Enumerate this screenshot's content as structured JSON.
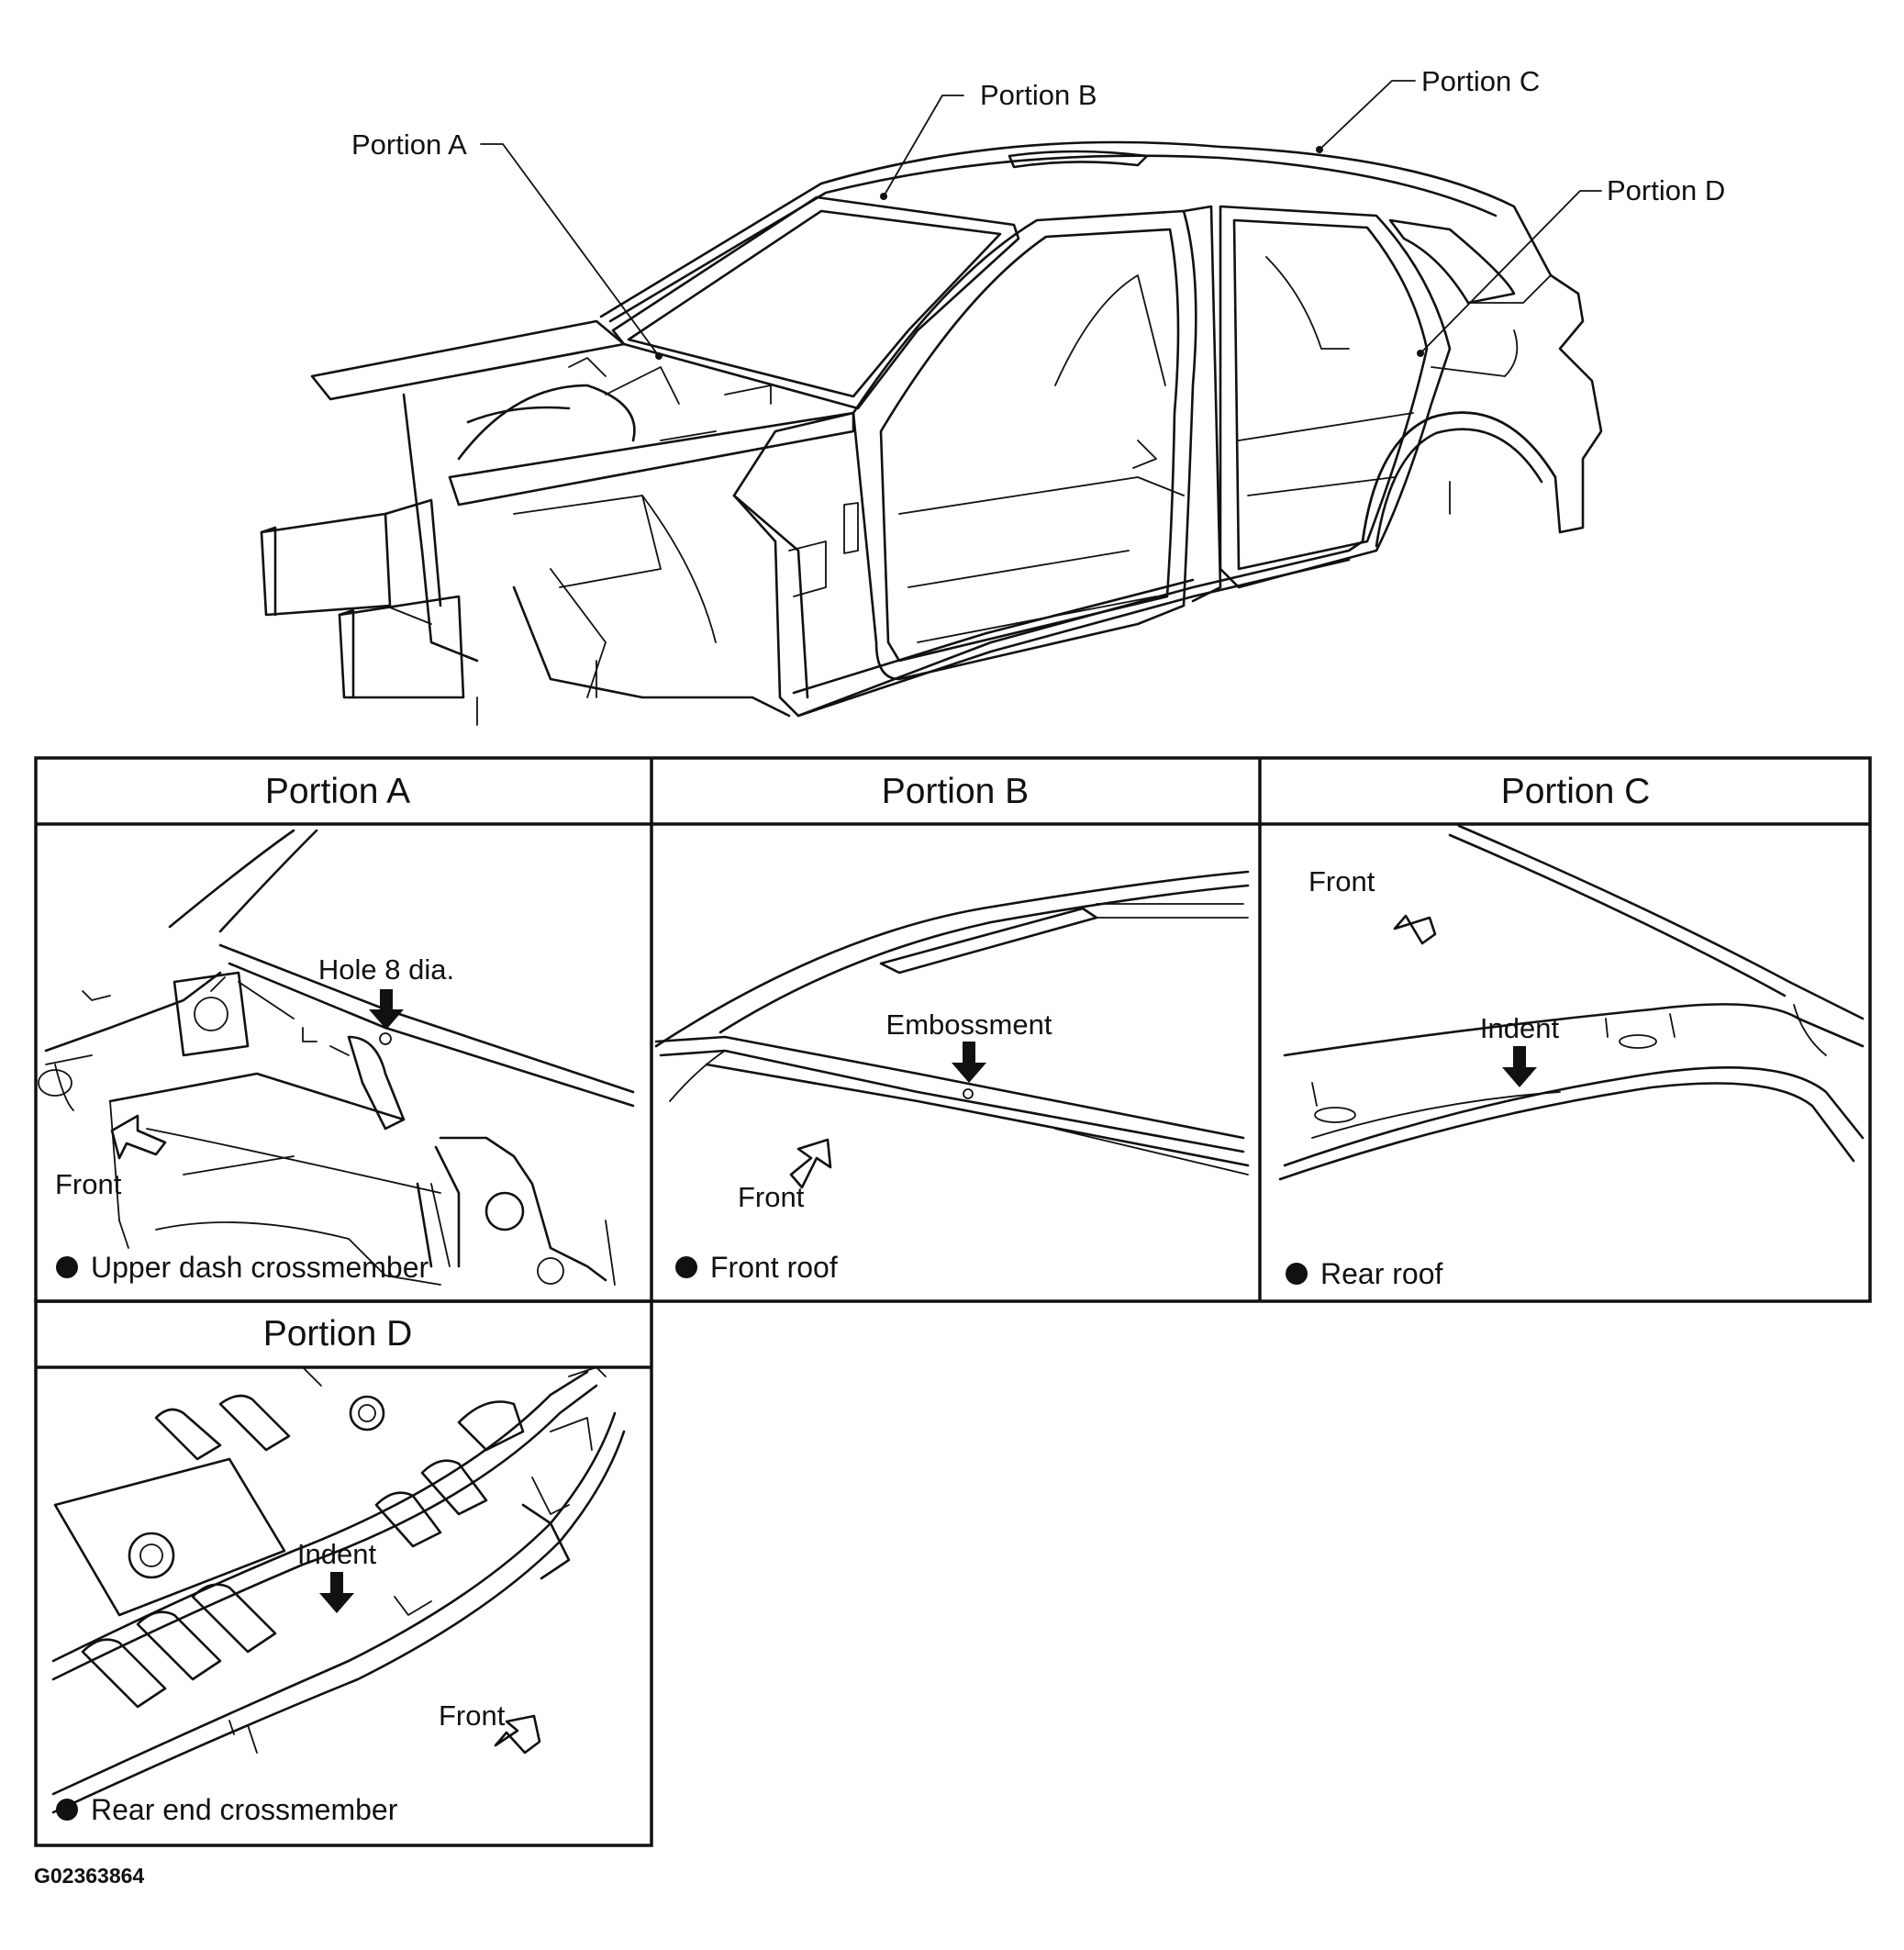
{
  "callouts": {
    "portion_a": "Portion A",
    "portion_b": "Portion B",
    "portion_c": "Portion C",
    "portion_d": "Portion D"
  },
  "panels": {
    "a": {
      "title": "Portion A",
      "pointer": "Hole 8 dia.",
      "front": "Front",
      "part": "Upper dash crossmember"
    },
    "b": {
      "title": "Portion B",
      "pointer": "Embossment",
      "front": "Front",
      "part": "Front roof"
    },
    "c": {
      "title": "Portion C",
      "pointer": "Indent",
      "front": "Front",
      "part": "Rear roof"
    },
    "d": {
      "title": "Portion D",
      "pointer": "Indent",
      "front": "Front",
      "part": "Rear end crossmember"
    }
  },
  "figure_id": "G02363864"
}
